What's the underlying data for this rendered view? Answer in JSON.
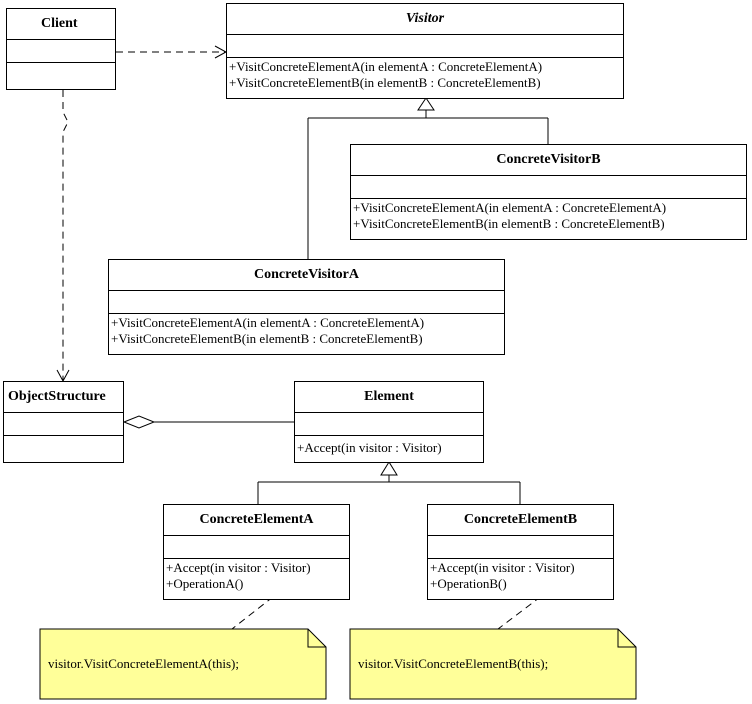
{
  "colors": {
    "note_fill": "#ffff99",
    "line": "#000000"
  },
  "classes": {
    "client": {
      "name": "Client",
      "operations": []
    },
    "visitor": {
      "name": "Visitor",
      "operations": [
        "+VisitConcreteElementA(in elementA : ConcreteElementA)",
        "+VisitConcreteElementB(in elementB : ConcreteElementB)"
      ]
    },
    "concrete_visitor_b": {
      "name": "ConcreteVisitorB",
      "operations": [
        "+VisitConcreteElementA(in elementA : ConcreteElementA)",
        "+VisitConcreteElementB(in elementB : ConcreteElementB)"
      ]
    },
    "concrete_visitor_a": {
      "name": "ConcreteVisitorA",
      "operations": [
        "+VisitConcreteElementA(in elementA : ConcreteElementA)",
        "+VisitConcreteElementB(in elementB : ConcreteElementB)"
      ]
    },
    "object_structure": {
      "name": "ObjectStructure",
      "operations": []
    },
    "element": {
      "name": "Element",
      "operations": [
        "+Accept(in visitor : Visitor)"
      ]
    },
    "concrete_element_a": {
      "name": "ConcreteElementA",
      "operations": [
        "+Accept(in visitor : Visitor)",
        "+OperationA()"
      ]
    },
    "concrete_element_b": {
      "name": "ConcreteElementB",
      "operations": [
        "+Accept(in visitor : Visitor)",
        "+OperationB()"
      ]
    }
  },
  "notes": {
    "note_a": "visitor.VisitConcreteElementA(this);",
    "note_b": "visitor.VisitConcreteElementB(this);"
  }
}
